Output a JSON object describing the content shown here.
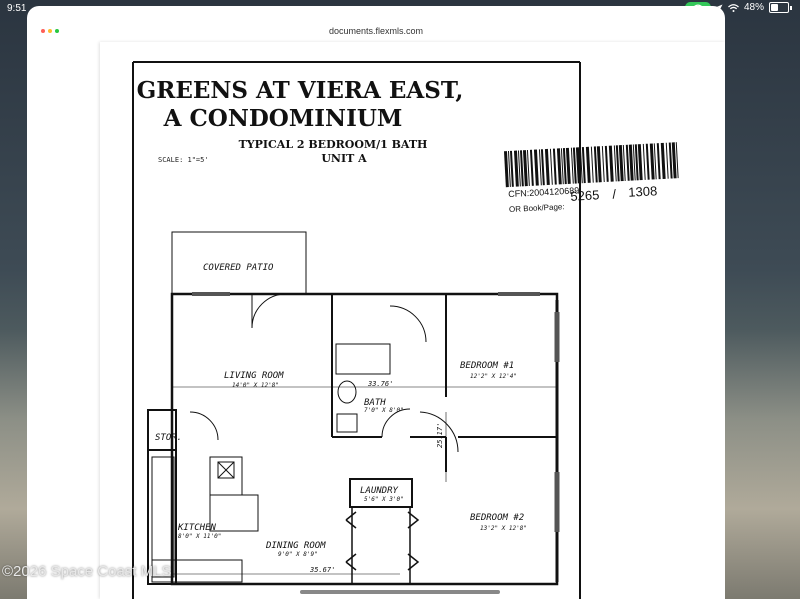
{
  "status_bar": {
    "time": "9:51",
    "battery_text": "48%",
    "battery_level": 0.48,
    "call_color": "#34c759"
  },
  "browser": {
    "url": "documents.flexmls.com",
    "traffic_colors": [
      "#ff5f57",
      "#febc2e",
      "#28c840"
    ]
  },
  "document": {
    "title_line1": "GREENS AT VIERA EAST,",
    "title_line2": "A CONDOMINIUM",
    "subtitle_line1": "TYPICAL 2 BEDROOM/1 BATH",
    "subtitle_line2": "UNIT A",
    "scale": "SCALE: 1\"=5'",
    "barcode": {
      "cfn": "CFN:2004120689",
      "book_label": "OR Book/Page:",
      "book_value": "5265",
      "page_separator": "/",
      "page_value": "1308"
    },
    "rooms": {
      "covered_patio": "COVERED PATIO",
      "living_room": "LIVING ROOM",
      "living_room_dim": "14'0\" X 12'8\"",
      "bedroom1": "BEDROOM #1",
      "bedroom1_dim": "12'2\" X 12'4\"",
      "bath": "BATH",
      "bath_dim": "7'0\" X 8'0\"",
      "storage": "STOR.",
      "laundry": "LAUNDRY",
      "laundry_dim": "5'6\" X 3'0\"",
      "kitchen": "KITCHEN",
      "kitchen_dim": "8'0\" X 11'0\"",
      "dining_room": "DINING ROOM",
      "dining_room_dim": "9'0\" X 8'9\"",
      "bedroom2": "BEDROOM #2",
      "bedroom2_dim": "13'2\" X 12'8\""
    },
    "dimensions": {
      "d1": "33.76'",
      "d2": "25.17'",
      "d3": "35.67'"
    }
  },
  "watermark": "©2026 Space Coast MLS"
}
